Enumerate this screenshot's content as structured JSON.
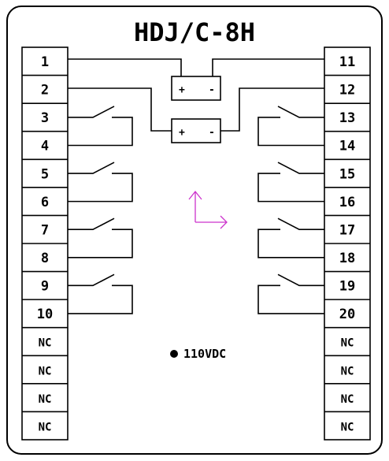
{
  "title": "HDJ/C-8H",
  "left_pins": [
    "1",
    "2",
    "3",
    "4",
    "5",
    "6",
    "7",
    "8",
    "9",
    "10",
    "NC",
    "NC",
    "NC",
    "NC"
  ],
  "right_pins": [
    "11",
    "12",
    "13",
    "14",
    "15",
    "16",
    "17",
    "18",
    "19",
    "20",
    "NC",
    "NC",
    "NC",
    "NC"
  ],
  "coil_plus": "+",
  "coil_minus": "-",
  "supply_label": "110VDC",
  "colors": {
    "line": "#000000",
    "arrow": "#cc33cc"
  }
}
